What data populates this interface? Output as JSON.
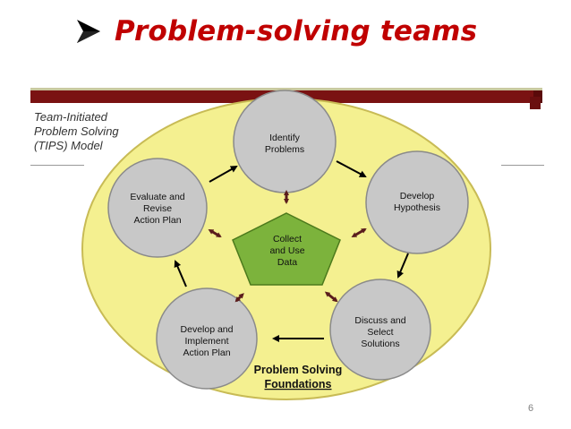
{
  "slide": {
    "title": "Problem-solving teams",
    "page_number": "6"
  },
  "diagram": {
    "model_title": [
      "Team-Initiated",
      "Problem Solving",
      "(TIPS) Model"
    ],
    "foundation_label": [
      "Problem Solving",
      "Foundations"
    ],
    "center": [
      "Collect",
      "and Use",
      "Data"
    ],
    "steps": [
      {
        "id": "identify",
        "lines": [
          "Identify",
          "Problems"
        ]
      },
      {
        "id": "hypothesis",
        "lines": [
          "Develop",
          "Hypothesis"
        ]
      },
      {
        "id": "solutions",
        "lines": [
          "Discuss and",
          "Select",
          "Solutions"
        ]
      },
      {
        "id": "plan",
        "lines": [
          "Develop and",
          "Implement",
          "Action Plan"
        ]
      },
      {
        "id": "evaluate",
        "lines": [
          "Evaluate and",
          "Revise",
          "Action Plan"
        ]
      }
    ]
  },
  "colors": {
    "title": "#c00000",
    "bar": "#7a1212",
    "oval_fill": "#f4f090",
    "oval_stroke": "#c8bb55",
    "circle_fill": "#c8c8c8",
    "pentagon_fill": "#7cb33c",
    "arrow": "#000000",
    "double_arrow": "#5a1c1c"
  }
}
